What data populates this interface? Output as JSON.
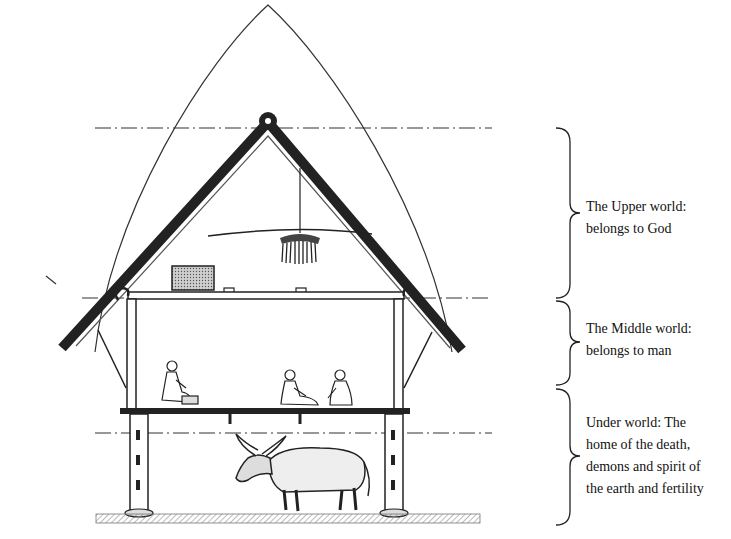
{
  "diagram": {
    "labels": [
      "The Upper world: belongs to God",
      "The Middle world: belongs to man",
      "Under world: The home of the death, demons and spirit of the earth and fertility"
    ]
  }
}
